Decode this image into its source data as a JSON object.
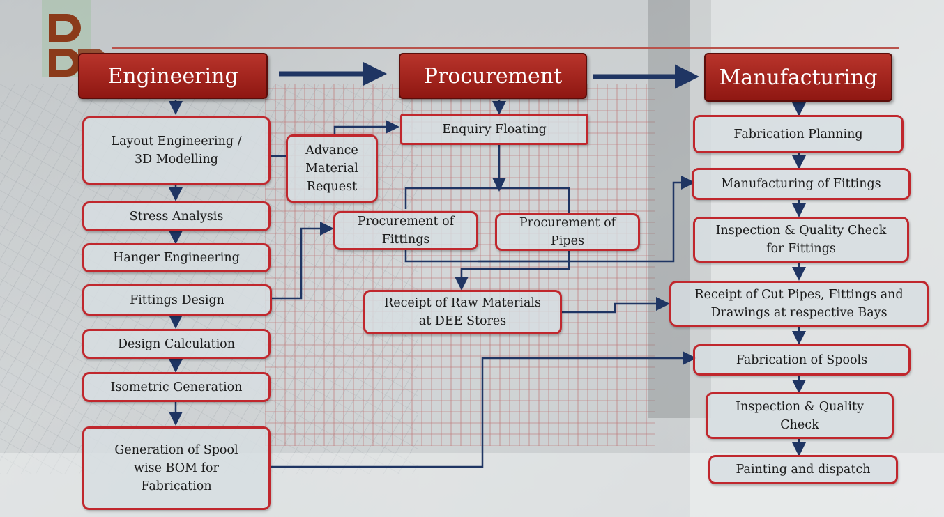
{
  "headers": {
    "engineering": "Engineering",
    "procurement": "Procurement",
    "manufacturing": "Manufacturing"
  },
  "engineering": {
    "layout": [
      "Layout Engineering /",
      "3D Modelling"
    ],
    "stress": "Stress Analysis",
    "hanger": "Hanger Engineering",
    "fittings_design": "Fittings Design",
    "design_calc": "Design Calculation",
    "isometric": "Isometric Generation",
    "spool_bom": [
      "Generation of Spool",
      "wise BOM for",
      "Fabrication"
    ],
    "advance_material": [
      "Advance",
      "Material",
      "Request"
    ]
  },
  "procurement": {
    "enquiry": "Enquiry Floating",
    "fittings": [
      "Procurement of",
      "Fittings"
    ],
    "pipes": [
      "Procurement of",
      "Pipes"
    ],
    "receipt": [
      "Receipt of Raw Materials",
      "at DEE Stores"
    ]
  },
  "manufacturing": {
    "fab_planning": "Fabrication Planning",
    "mfg_fittings": "Manufacturing of Fittings",
    "inspection_fittings": [
      "Inspection & Quality Check",
      "for Fittings"
    ],
    "receipt_cut": [
      "Receipt of Cut Pipes, Fittings and",
      "Drawings at respective Bays"
    ],
    "fab_spools": "Fabrication of Spools",
    "inspection": [
      "Inspection & Quality",
      "Check"
    ],
    "painting": "Painting and dispatch"
  },
  "colors": {
    "header_red": "#9e1f18",
    "border_red": "#c0272d",
    "connector_navy": "#1f3563",
    "logo_brown": "#8b3a1a"
  }
}
